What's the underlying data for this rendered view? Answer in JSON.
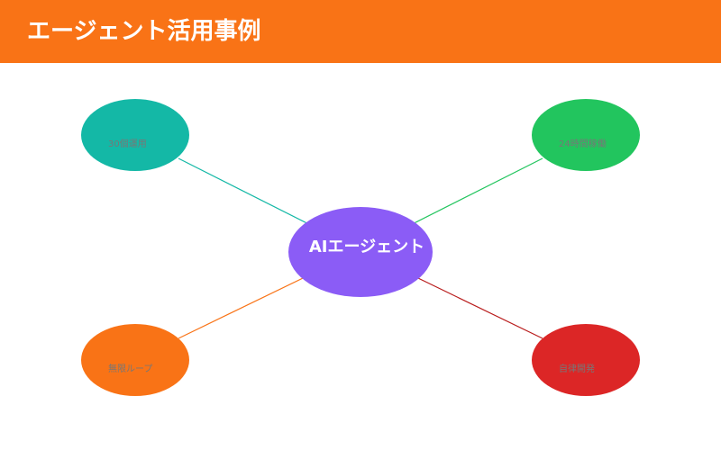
{
  "header": {
    "title": "エージェント活用事例",
    "background": "#f97316"
  },
  "diagram": {
    "center": {
      "label": "AIエージェント",
      "color": "#8b5cf6"
    },
    "nodes": [
      {
        "id": "top-left",
        "label": "30個運用",
        "color": "#14b8a6"
      },
      {
        "id": "top-right",
        "label": "24時間稼働",
        "color": "#22c55e"
      },
      {
        "id": "bottom-left",
        "label": "無限ループ",
        "color": "#f97316"
      },
      {
        "id": "bottom-right",
        "label": "自律開発",
        "color": "#dc2626"
      }
    ]
  }
}
